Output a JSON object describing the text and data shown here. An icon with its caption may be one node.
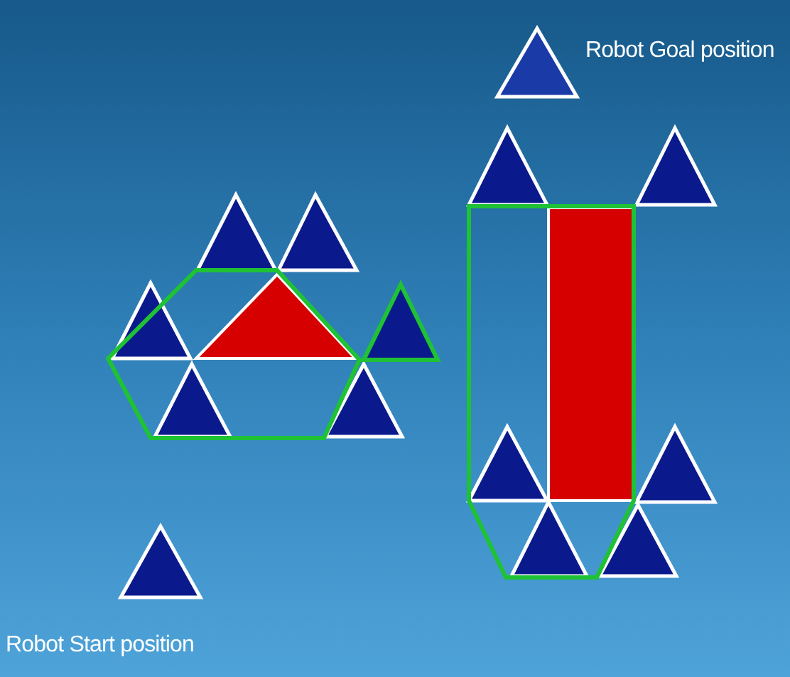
{
  "diagram": {
    "nodes": [
      {
        "text": [],
        "shape": "triangle",
        "beside": [
          "Robot Goal position"
        ]
      },
      {
        "text": [],
        "shape": "triangle",
        "beside": [
          "Robot Start position"
        ]
      }
    ]
  }
}
